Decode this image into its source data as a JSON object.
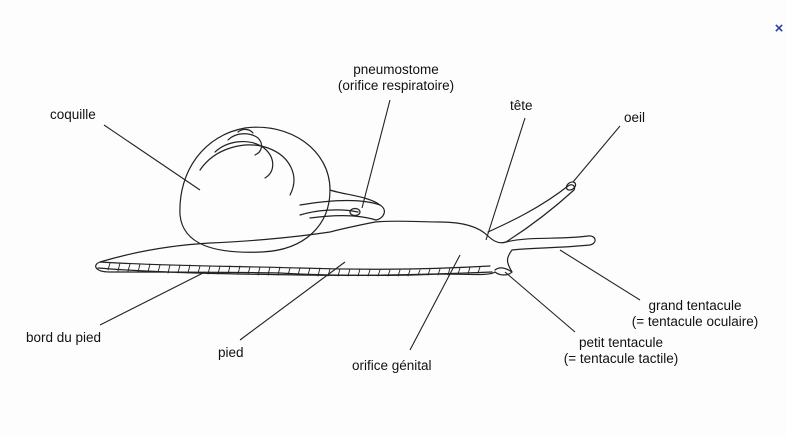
{
  "close_icon": "×",
  "labels": {
    "coquille": "coquille",
    "pneumostome_1": "pneumostome",
    "pneumostome_2": "(orifice respiratoire)",
    "tete": "tête",
    "oeil": "oeil",
    "grand_tentacule_1": "grand tentacule",
    "grand_tentacule_2": "(= tentacule oculaire)",
    "petit_tentacule_1": "petit tentacule",
    "petit_tentacule_2": "(= tentacule tactile)",
    "orifice_genital": "orifice génital",
    "pied": "pied",
    "bord_du_pied": "bord du pied"
  },
  "colors": {
    "line": "#222222",
    "close": "#2b3fb3"
  }
}
